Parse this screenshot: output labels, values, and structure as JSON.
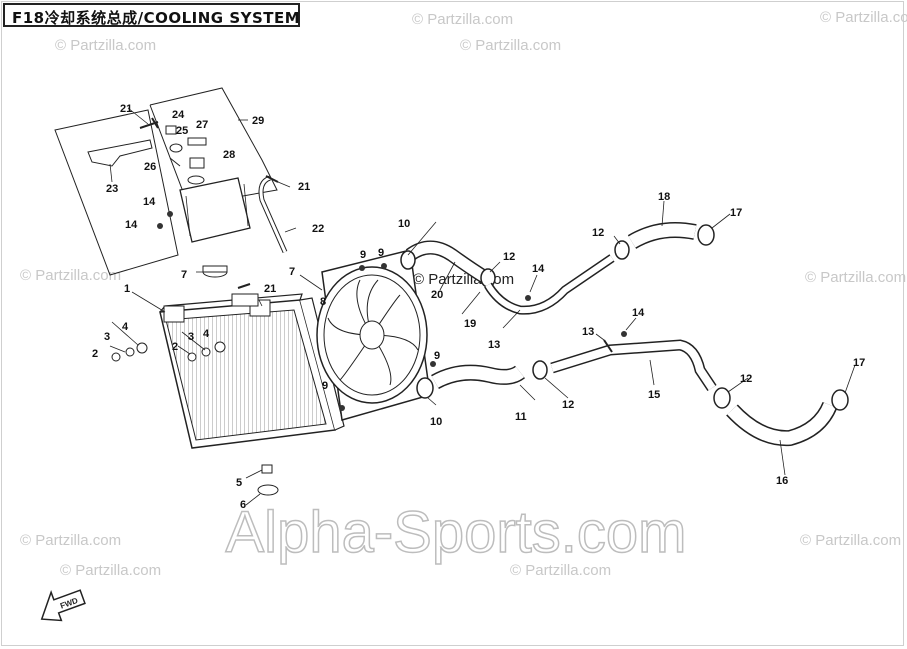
{
  "title": "F18冷却系统总成/COOLING SYSTEM",
  "watermarks": {
    "small": "© Partzilla.com",
    "small_center": "© Partzilla.com",
    "big": "Alpha-Sports.com"
  },
  "fwd_label": "FWD",
  "callouts": [
    "1",
    "2",
    "3",
    "4",
    "5",
    "6",
    "7",
    "8",
    "9",
    "10",
    "11",
    "12",
    "13",
    "14",
    "15",
    "16",
    "17",
    "18",
    "19",
    "20",
    "21",
    "22",
    "23",
    "24",
    "25",
    "26",
    "27",
    "28",
    "29"
  ],
  "colors": {
    "line": "#1a1a1a",
    "watermark": "#c8c8c8",
    "big_watermark": "#d4d4d4"
  }
}
